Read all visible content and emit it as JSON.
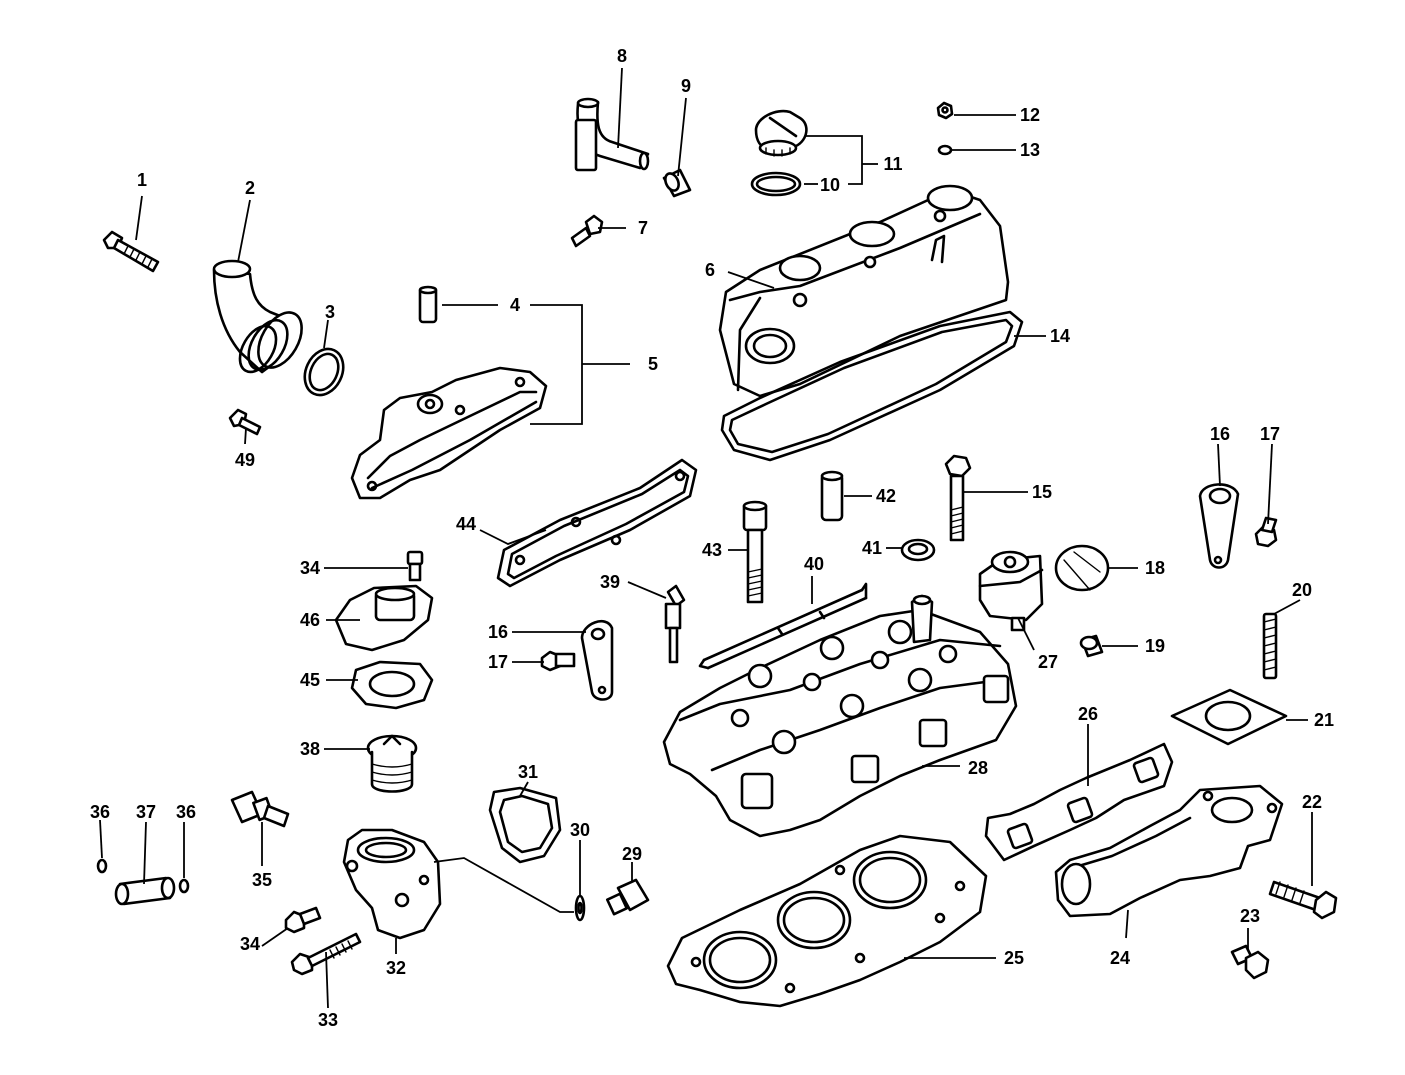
{
  "labels": {
    "l1": "1",
    "l2": "2",
    "l3": "3",
    "l4": "4",
    "l5": "5",
    "l6": "6",
    "l7": "7",
    "l8": "8",
    "l9": "9",
    "l10": "10",
    "l11": "11",
    "l12": "12",
    "l13": "13",
    "l14": "14",
    "l15": "15",
    "l16a": "16",
    "l16b": "16",
    "l17a": "17",
    "l17b": "17",
    "l18": "18",
    "l19": "19",
    "l20": "20",
    "l21": "21",
    "l22": "22",
    "l23": "23",
    "l24": "24",
    "l25": "25",
    "l26": "26",
    "l27": "27",
    "l28": "28",
    "l29": "29",
    "l30": "30",
    "l31": "31",
    "l32": "32",
    "l33": "33",
    "l34a": "34",
    "l34b": "34",
    "l35": "35",
    "l36a": "36",
    "l36b": "36",
    "l37": "37",
    "l38": "38",
    "l39": "39",
    "l40": "40",
    "l41": "41",
    "l42": "42",
    "l43": "43",
    "l44": "44",
    "l45": "45",
    "l46": "46",
    "l49": "49"
  }
}
